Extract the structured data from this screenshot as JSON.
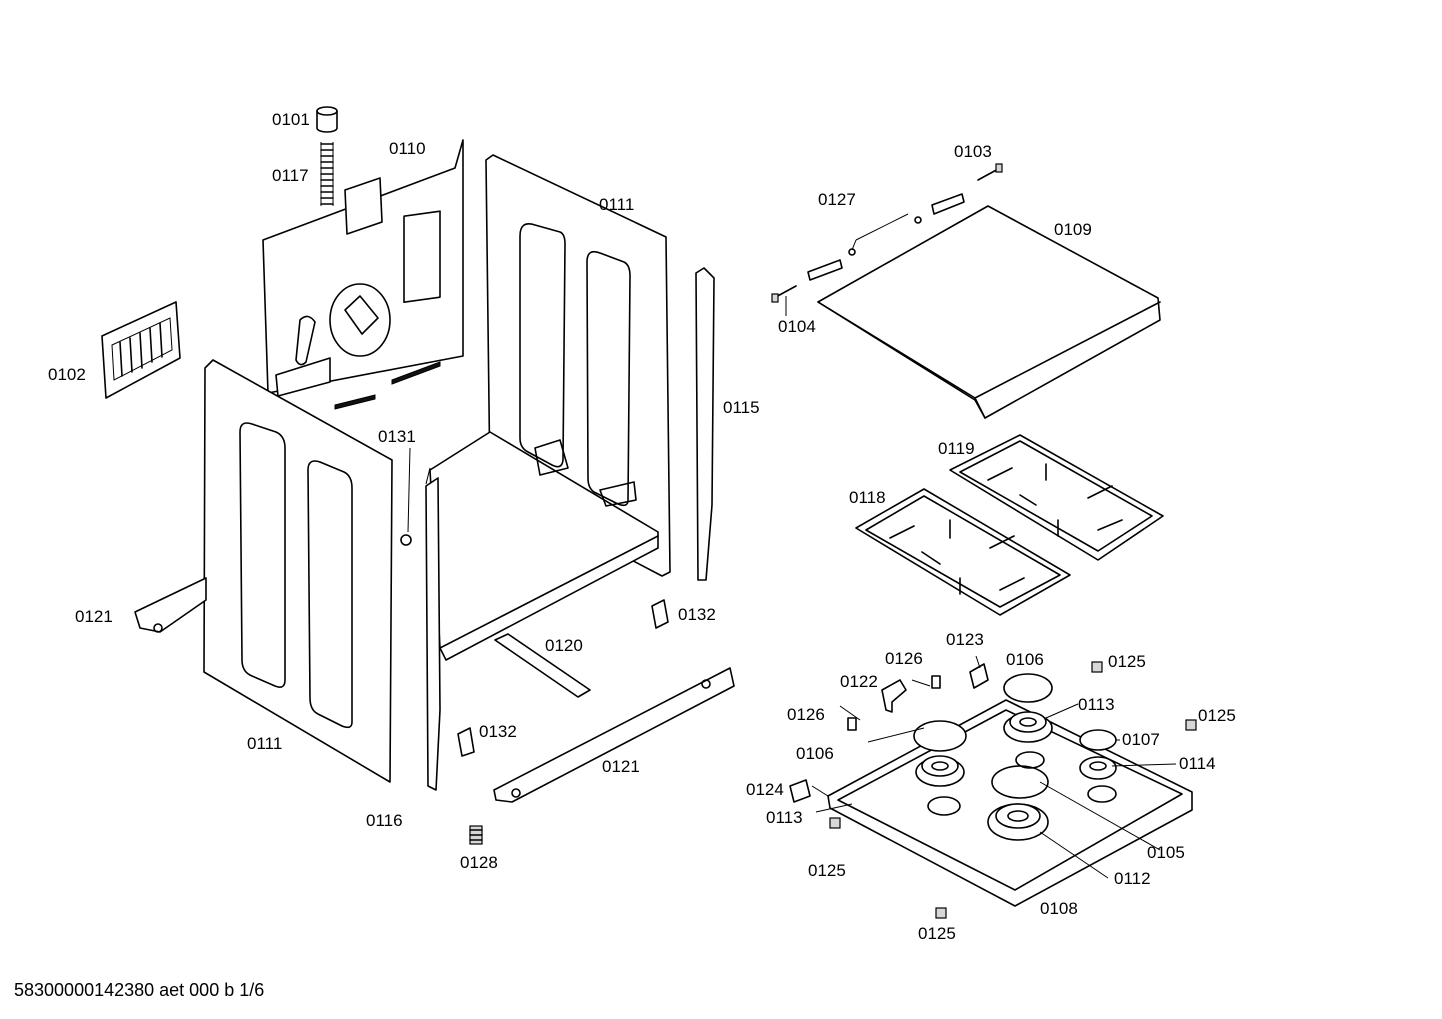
{
  "diagram": {
    "footer": "58300000142380 aet 000 b 1/6",
    "labels": [
      {
        "id": "l0101",
        "text": "0101"
      },
      {
        "id": "l0117",
        "text": "0117"
      },
      {
        "id": "l0110",
        "text": "0110"
      },
      {
        "id": "l0111a",
        "text": "0111"
      },
      {
        "id": "l0102",
        "text": "0102"
      },
      {
        "id": "l0131",
        "text": "0131"
      },
      {
        "id": "l0115",
        "text": "0115"
      },
      {
        "id": "l0121a",
        "text": "0121"
      },
      {
        "id": "l0132a",
        "text": "0132"
      },
      {
        "id": "l0120",
        "text": "0120"
      },
      {
        "id": "l0111b",
        "text": "0111"
      },
      {
        "id": "l0132b",
        "text": "0132"
      },
      {
        "id": "l0121b",
        "text": "0121"
      },
      {
        "id": "l0116",
        "text": "0116"
      },
      {
        "id": "l0128",
        "text": "0128"
      },
      {
        "id": "l0103",
        "text": "0103"
      },
      {
        "id": "l0127",
        "text": "0127"
      },
      {
        "id": "l0109",
        "text": "0109"
      },
      {
        "id": "l0104",
        "text": "0104"
      },
      {
        "id": "l0119",
        "text": "0119"
      },
      {
        "id": "l0118",
        "text": "0118"
      },
      {
        "id": "l0123",
        "text": "0123"
      },
      {
        "id": "l0126a",
        "text": "0126"
      },
      {
        "id": "l0106a",
        "text": "0106"
      },
      {
        "id": "l0125a",
        "text": "0125"
      },
      {
        "id": "l0122",
        "text": "0122"
      },
      {
        "id": "l0113a",
        "text": "0113"
      },
      {
        "id": "l0125b",
        "text": "0125"
      },
      {
        "id": "l0126b",
        "text": "0126"
      },
      {
        "id": "l0107",
        "text": "0107"
      },
      {
        "id": "l0106b",
        "text": "0106"
      },
      {
        "id": "l0114",
        "text": "0114"
      },
      {
        "id": "l0124",
        "text": "0124"
      },
      {
        "id": "l0113b",
        "text": "0113"
      },
      {
        "id": "l0105",
        "text": "0105"
      },
      {
        "id": "l0125c",
        "text": "0125"
      },
      {
        "id": "l0112",
        "text": "0112"
      },
      {
        "id": "l0108",
        "text": "0108"
      },
      {
        "id": "l0125d",
        "text": "0125"
      }
    ]
  }
}
